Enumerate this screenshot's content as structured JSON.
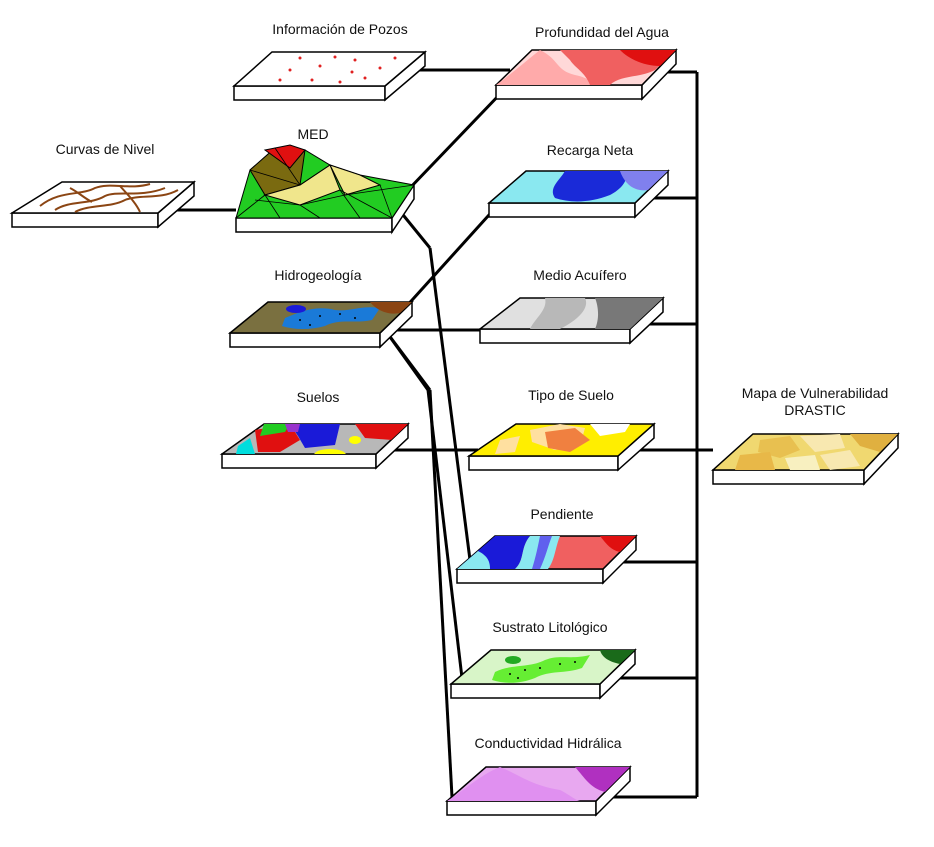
{
  "labels": {
    "informacion_pozos": "Información de Pozos",
    "curvas_nivel": "Curvas de Nivel",
    "med": "MED",
    "hidrogeologia": "Hidrogeología",
    "suelos": "Suelos",
    "profundidad_agua": "Profundidad del Agua",
    "recarga_neta": "Recarga Neta",
    "medio_acuifero": "Medio Acuífero",
    "tipo_suelo": "Tipo de Suelo",
    "pendiente": "Pendiente",
    "sustrato_litologico": "Sustrato Litológico",
    "conductividad_hidraulica": "Conductividad Hidrálica",
    "mapa_line1": "Mapa de Vulnerabilidad",
    "mapa_line2": "DRASTIC"
  },
  "colors": {
    "line": "#000000",
    "slab_side": "#ffffff",
    "slab_edge": "#000000"
  }
}
